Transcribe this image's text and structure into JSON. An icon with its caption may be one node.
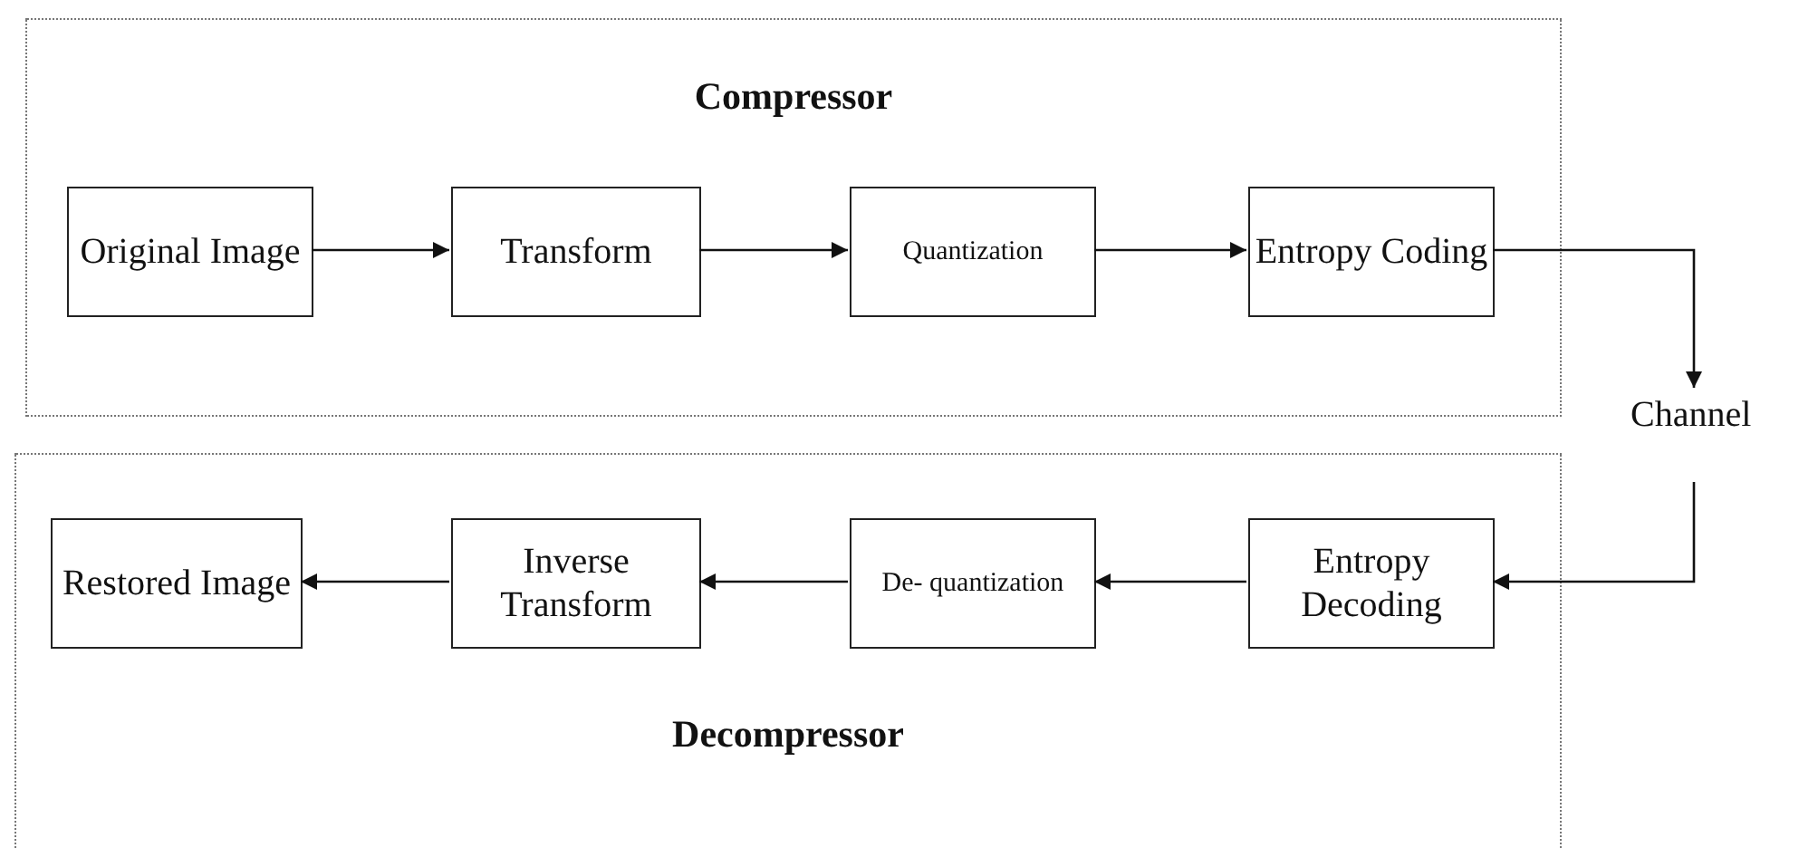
{
  "diagram": {
    "nodes": [
      {
        "text": [
          "Compressor"
        ]
      },
      {
        "text": [
          "Original Image"
        ],
        "in": 0
      },
      {
        "text": [
          "Transform"
        ],
        "in": 0
      },
      {
        "text": [
          "Quantization"
        ],
        "in": 0
      },
      {
        "text": [
          "Entropy Coding"
        ],
        "in": 0
      },
      {
        "text": [
          "Channel"
        ]
      },
      {
        "text": [
          "Decompressor"
        ]
      },
      {
        "text": [
          "Restored Image"
        ],
        "in": 6
      },
      {
        "text": [
          "Inverse Transform"
        ],
        "in": 6
      },
      {
        "text": [
          "De- quantization"
        ],
        "in": 6
      },
      {
        "text": [
          "Entropy Decoding"
        ],
        "in": 6
      }
    ],
    "edges": [
      {
        "from": 1,
        "to": 2,
        "arrow": "to"
      },
      {
        "from": 2,
        "to": 3,
        "arrow": "to"
      },
      {
        "from": 3,
        "to": 4,
        "arrow": "to"
      },
      {
        "from": 4,
        "to": 5,
        "arrow": "to"
      },
      {
        "from": 5,
        "to": 10,
        "arrow": "to"
      },
      {
        "from": 10,
        "to": 9,
        "arrow": "to"
      },
      {
        "from": 9,
        "to": 8,
        "arrow": "to"
      },
      {
        "from": 8,
        "to": 7,
        "arrow": "to"
      }
    ]
  }
}
